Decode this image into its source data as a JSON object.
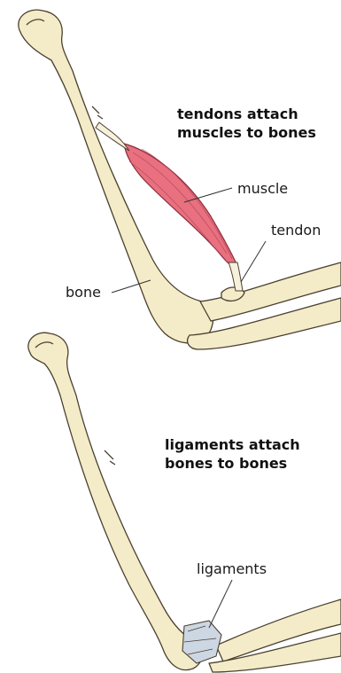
{
  "panels": [
    {
      "heading": [
        "tendons attach",
        "muscles to bones"
      ],
      "labels": {
        "muscle": "muscle",
        "tendon": "tendon",
        "bone": "bone"
      }
    },
    {
      "heading": [
        "ligaments attach",
        "bones to bones"
      ],
      "labels": {
        "ligaments": "ligaments"
      }
    }
  ],
  "colors": {
    "bone_fill": "#f4ecc8",
    "bone_outline": "#4a4030",
    "muscle_fill": "#e8707f",
    "ligament_fill": "#cdd7e3",
    "text": "#111111"
  }
}
